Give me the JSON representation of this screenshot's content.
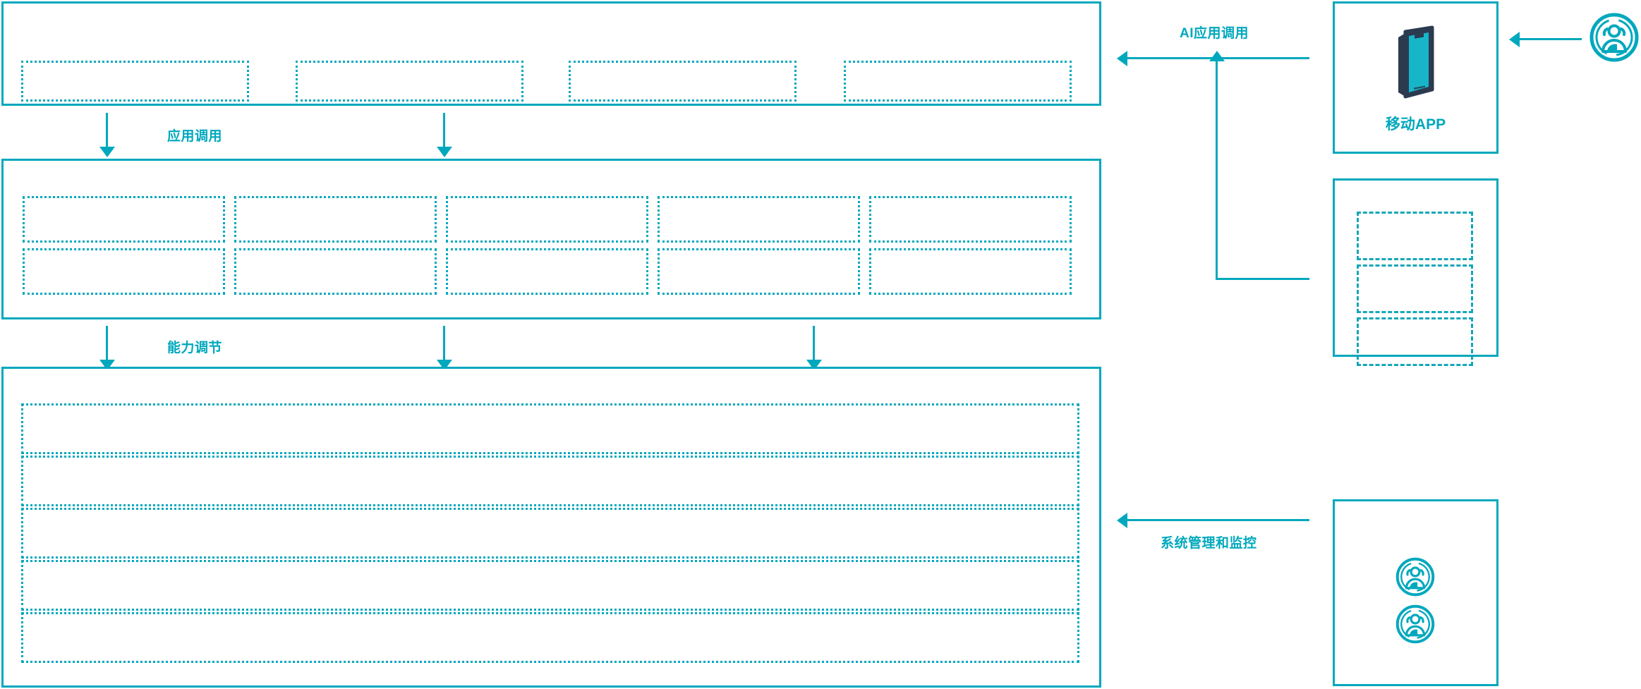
{
  "theme": {
    "accent": "#00a8bd",
    "accent_soft": "#14a7b8",
    "phone_frame": "#2b3a4f",
    "phone_screen": "#16b6c8",
    "background": "#ffffff"
  },
  "diagram": {
    "type": "layered-architecture",
    "layers": [
      {
        "id": "application-layer",
        "name": "application-layer",
        "slot_count": 4,
        "slot_labels": [
          "",
          "",
          "",
          ""
        ]
      },
      {
        "id": "capability-layer",
        "name": "capability-layer",
        "columns": 5,
        "rows": 2,
        "slot_labels": [
          "",
          "",
          "",
          "",
          "",
          "",
          "",
          "",
          "",
          ""
        ]
      },
      {
        "id": "platform-layer",
        "name": "platform-layer",
        "row_count": 5,
        "slot_labels": [
          "",
          "",
          "",
          "",
          ""
        ]
      }
    ],
    "flows": [
      {
        "id": "flow-app-call",
        "label": "应用调用"
      },
      {
        "id": "flow-capability-adjust",
        "label": "能力调节"
      },
      {
        "id": "flow-ai-app-call",
        "label": "AI应用调用"
      },
      {
        "id": "flow-system-manage-monitor",
        "label": "系统管理和监控"
      }
    ],
    "right_nodes": [
      {
        "id": "mobile-app",
        "caption": "移动APP",
        "icon": "smartphone-icon"
      },
      {
        "id": "channel-list",
        "caption": "",
        "icon": "",
        "slot_count": 3,
        "slot_labels": [
          "",
          "",
          ""
        ]
      },
      {
        "id": "operations-users",
        "caption": "",
        "icon": "users-icon",
        "icon_count": 2
      }
    ],
    "actors": [
      {
        "id": "end-user",
        "icon": "users-icon",
        "caption": ""
      }
    ]
  }
}
